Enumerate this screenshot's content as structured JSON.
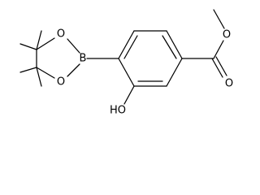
{
  "molecule": {
    "atom_labels": {
      "o_ring_top": "O",
      "o_ring_bottom": "O",
      "boron": "B",
      "hydroxyl": "HO",
      "o_ester_top": "O",
      "o_carbonyl": "O"
    }
  }
}
